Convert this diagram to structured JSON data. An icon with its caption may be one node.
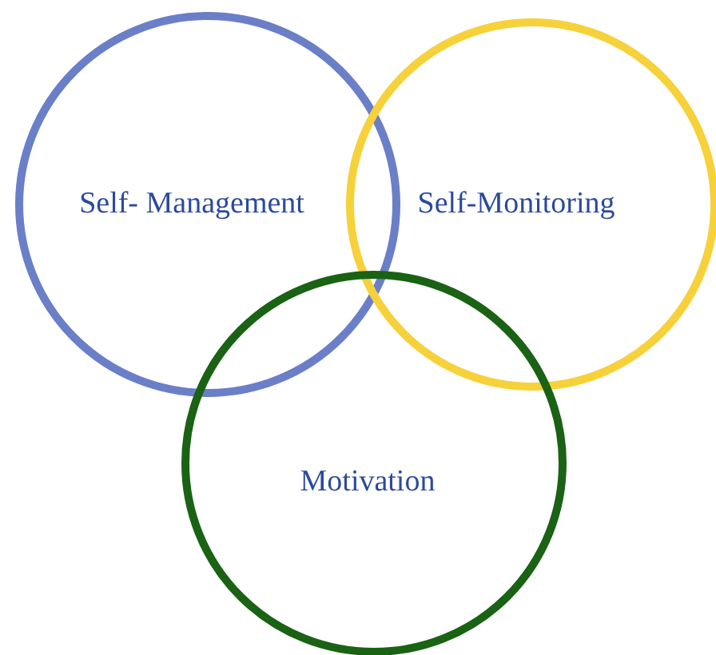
{
  "diagram": {
    "nodes": [
      {
        "text": [
          "Self- Management"
        ]
      },
      {
        "text": [
          "Self-Monitoring"
        ]
      },
      {
        "text": [
          "Motivation"
        ]
      }
    ]
  }
}
